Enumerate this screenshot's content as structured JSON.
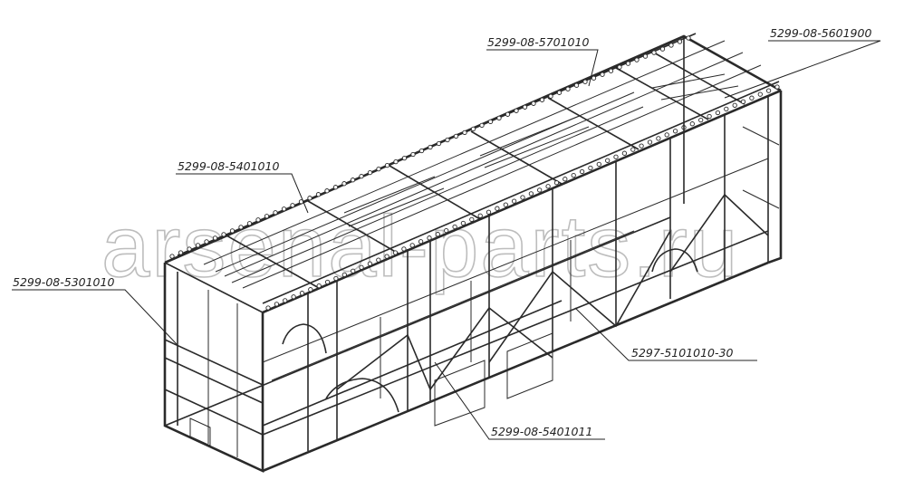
{
  "diagram": {
    "watermark": "arsenal-parts.ru",
    "labels": [
      {
        "id": "roof-front",
        "text": "5299-08-5701010"
      },
      {
        "id": "roof-rear",
        "text": "5299-08-5601900"
      },
      {
        "id": "left-side",
        "text": "5299-08-5401010"
      },
      {
        "id": "front-face",
        "text": "5299-08-5301010"
      },
      {
        "id": "base",
        "text": "5297-5101010-30"
      },
      {
        "id": "right-side",
        "text": "5299-08-5401011"
      }
    ]
  }
}
